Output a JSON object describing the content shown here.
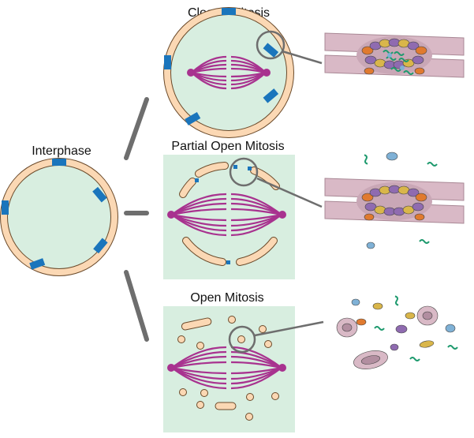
{
  "labels": {
    "interphase": "Interphase",
    "closed": "Closed Mitosis",
    "partial": "Partial Open Mitosis",
    "open": "Open Mitosis"
  },
  "colors": {
    "nucleoplasm": "#d8eee0",
    "envelope": "#fbd8b4",
    "pore": "#1a75bc",
    "spindle": "#a8328f",
    "connector": "#6e6e6e",
    "membrane": "#d9b9c6"
  }
}
